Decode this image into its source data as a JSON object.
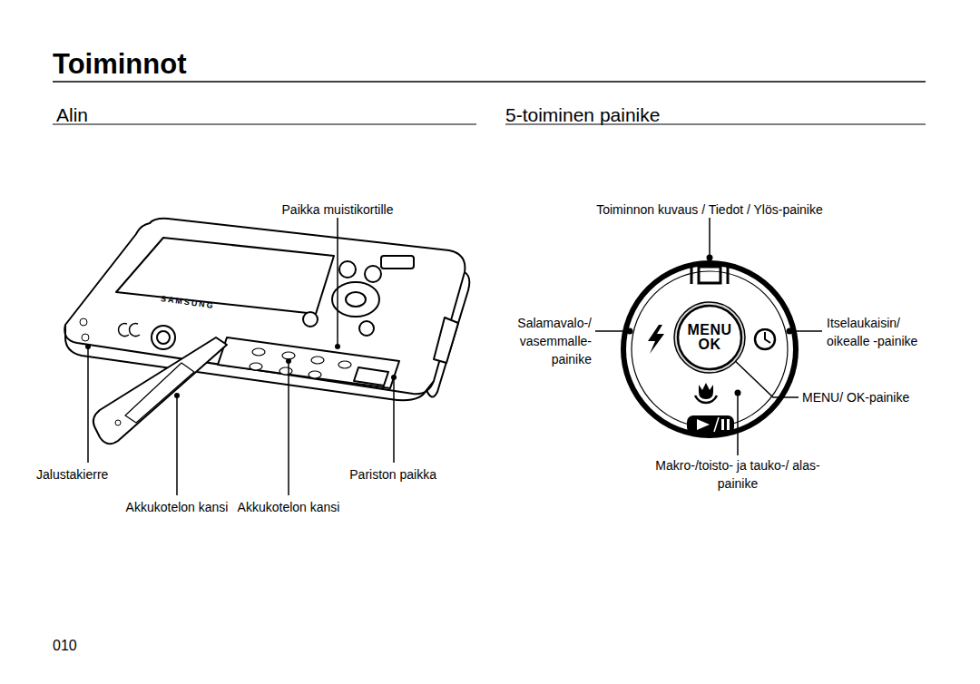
{
  "diagram": {
    "title": "Toiminnot",
    "nodes": [
      {
        "text": [
          "MENU OK"
        ]
      }
    ],
    "labels": [
      "Alin",
      "5-toiminen painike",
      "Paikka muistikortille",
      "Jalustakierre",
      "Pariston paikka",
      "Akkukotelon kansi",
      "Akkukotelon kansi",
      "SAMSUNG",
      "Toiminnon kuvaus / Tiedot / Ylös-painike",
      "Salamavalo-/ vasemmalle- painike",
      "Itselaukaisin/ oikealle -painike",
      "MENU/ OK-painike",
      "Makro-/toisto- ja tauko-/ alas-painike",
      "010"
    ]
  }
}
